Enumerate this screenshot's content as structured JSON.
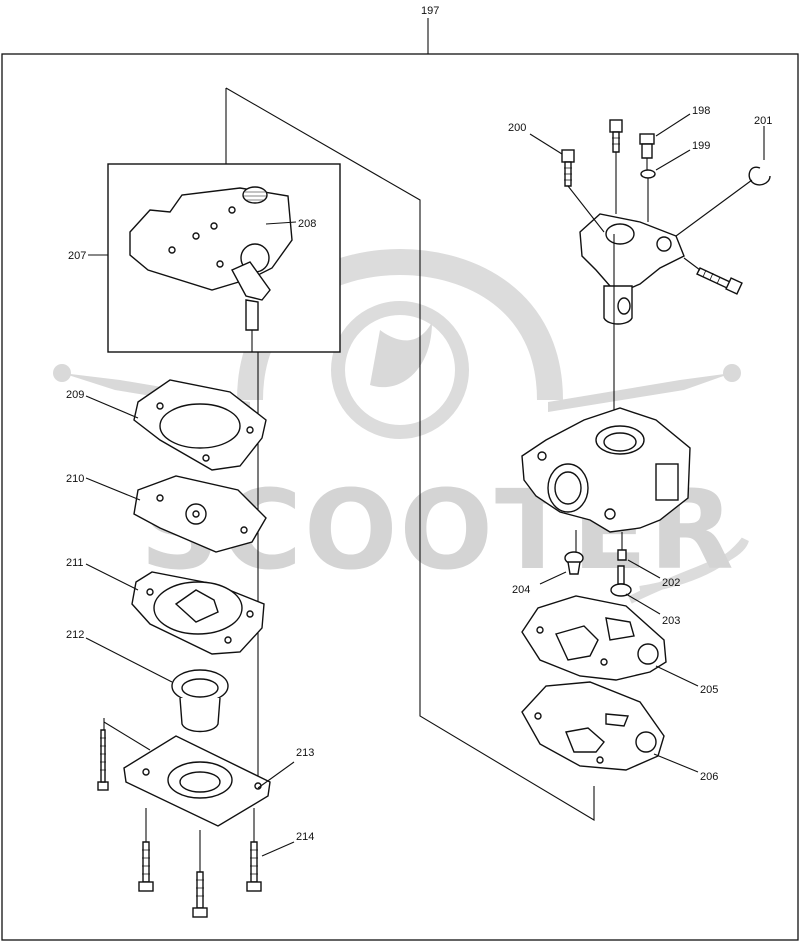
{
  "diagram": {
    "assembly_label": "197",
    "watermark_text": "SCOOTER",
    "callouts": {
      "p198": "198",
      "p199": "199",
      "p200": "200",
      "p201": "201",
      "p202": "202",
      "p203": "203",
      "p204": "204",
      "p205": "205",
      "p206": "206",
      "p207": "207",
      "p208": "208",
      "p209": "209",
      "p210": "210",
      "p211": "211",
      "p212": "212",
      "p213": "213",
      "p214": "214"
    }
  }
}
